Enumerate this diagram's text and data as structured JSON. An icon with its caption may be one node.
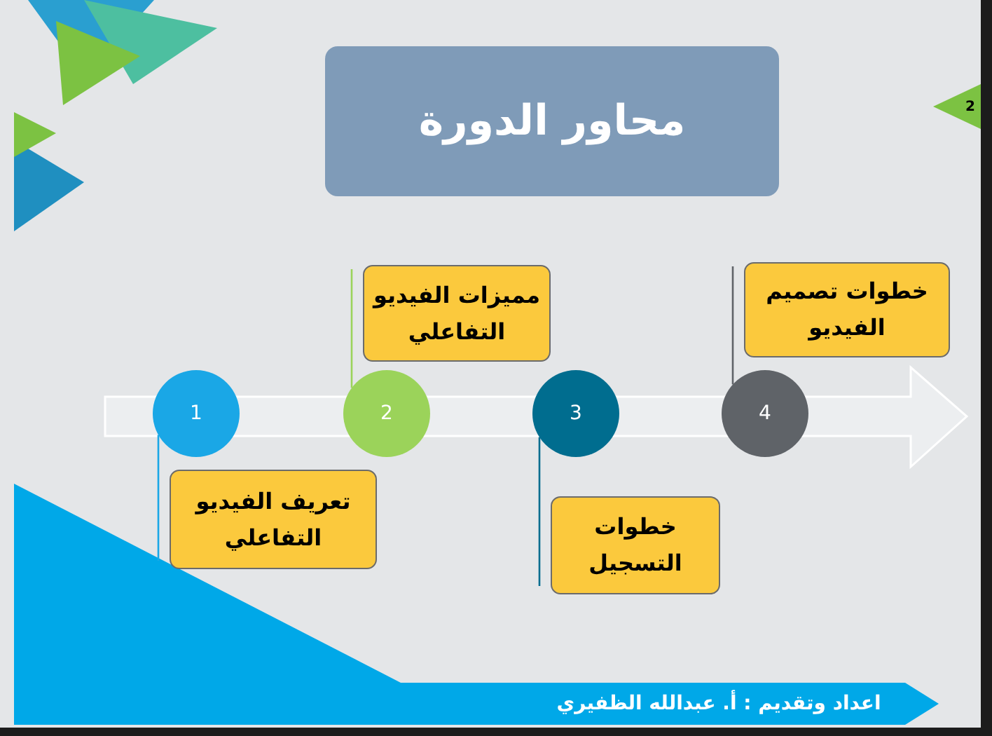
{
  "diagram": {
    "nodes": [
      {
        "text": [
          "محاور الدورة"
        ]
      },
      {
        "text": [
          "1"
        ]
      },
      {
        "text": [
          "2"
        ]
      },
      {
        "text": [
          "3"
        ]
      },
      {
        "text": [
          "4"
        ]
      },
      {
        "text": [
          "تعريف الفيديو التفاعلي"
        ]
      },
      {
        "text": [
          "مميزات الفيديو التفاعلي"
        ]
      },
      {
        "text": [
          "خطوات التسجيل"
        ]
      },
      {
        "text": [
          "خطوات تصميم الفيديو"
        ]
      },
      {
        "text": [
          "اعداد وتقديم : أ. عبدالله الظفيري"
        ]
      },
      {
        "text": [
          "2"
        ]
      }
    ],
    "edges": [
      {
        "from": 1,
        "to": 5,
        "arrow": "none",
        "color": "#1aa7e6"
      },
      {
        "from": 2,
        "to": 6,
        "arrow": "none",
        "color": "#9bd35a"
      },
      {
        "from": 3,
        "to": 7,
        "arrow": "none",
        "color": "#006d8f"
      },
      {
        "from": 4,
        "to": 8,
        "arrow": "none",
        "color": "#5f6368"
      }
    ]
  }
}
